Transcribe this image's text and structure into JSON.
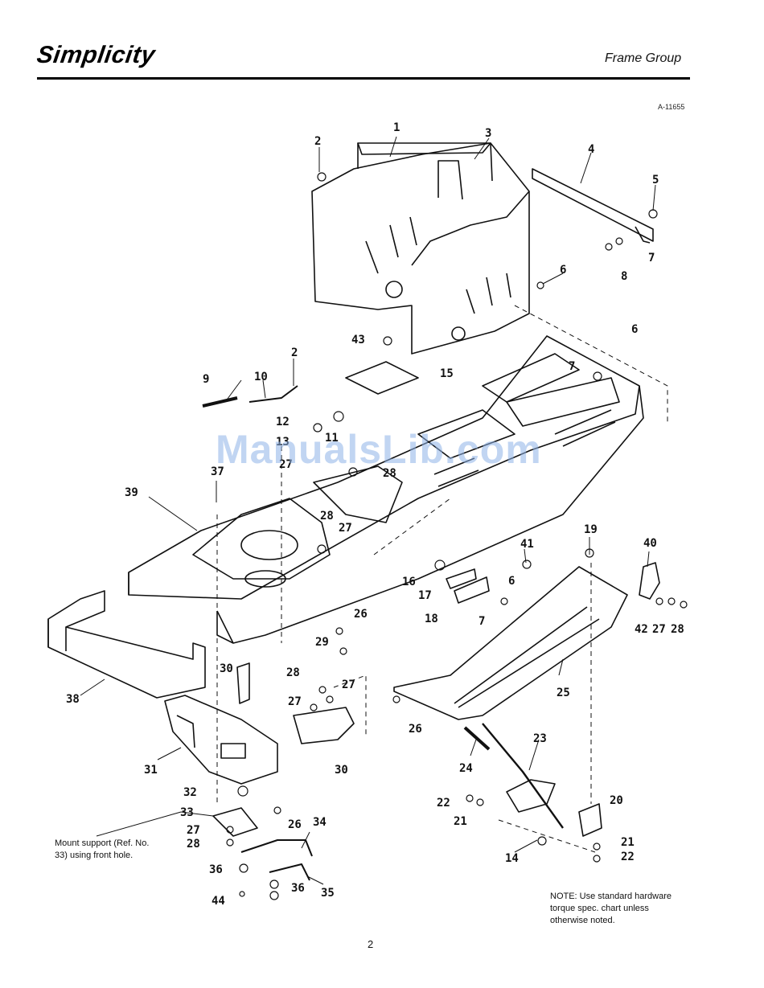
{
  "header": {
    "brand": "Simplicity",
    "section_title": "Frame Group",
    "drawing_code": "A-11655"
  },
  "callouts": [
    "1",
    "2",
    "3",
    "4",
    "5",
    "6",
    "7",
    "8",
    "43",
    "2",
    "6",
    "7",
    "9",
    "10",
    "15",
    "12",
    "11",
    "13",
    "27",
    "28",
    "37",
    "39",
    "28",
    "27",
    "41",
    "19",
    "40",
    "16",
    "17",
    "6",
    "18",
    "7",
    "42",
    "27",
    "28",
    "26",
    "29",
    "38",
    "30",
    "28",
    "27",
    "27",
    "31",
    "30",
    "26",
    "25",
    "24",
    "23",
    "22",
    "21",
    "20",
    "32",
    "33",
    "27",
    "28",
    "26",
    "34",
    "36",
    "36",
    "35",
    "44",
    "14",
    "21",
    "22"
  ],
  "watermark": "ManualsLib.com",
  "notes": {
    "mount": "Mount support (Ref. No.\n33) using front hole.",
    "hardware": "NOTE: Use standard hardware\ntorque spec. chart unless\notherwise noted."
  },
  "page_number": "2"
}
